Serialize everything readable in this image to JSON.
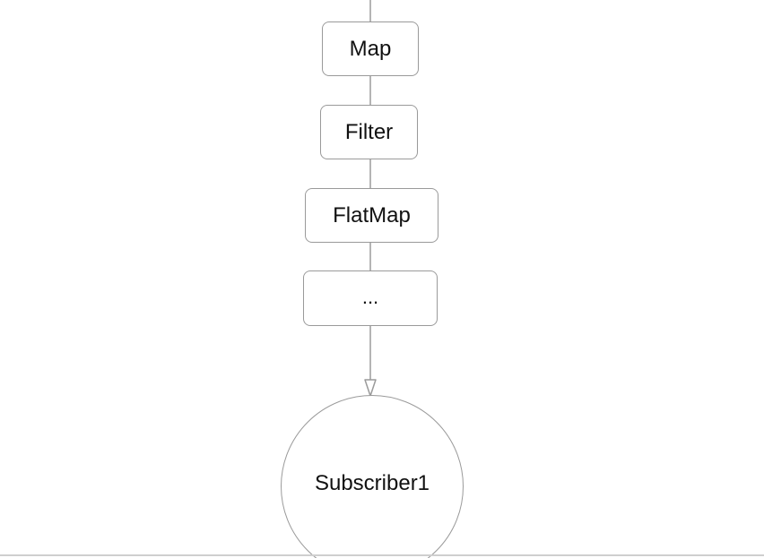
{
  "diagram": {
    "nodes": [
      {
        "id": "map",
        "label": "Map"
      },
      {
        "id": "filter",
        "label": "Filter"
      },
      {
        "id": "flatmap",
        "label": "FlatMap"
      },
      {
        "id": "more",
        "label": "..."
      }
    ],
    "subscriber": {
      "label": "Subscriber1"
    }
  },
  "colors": {
    "stroke": "#9a9a9a",
    "text": "#111111",
    "background": "#ffffff"
  }
}
